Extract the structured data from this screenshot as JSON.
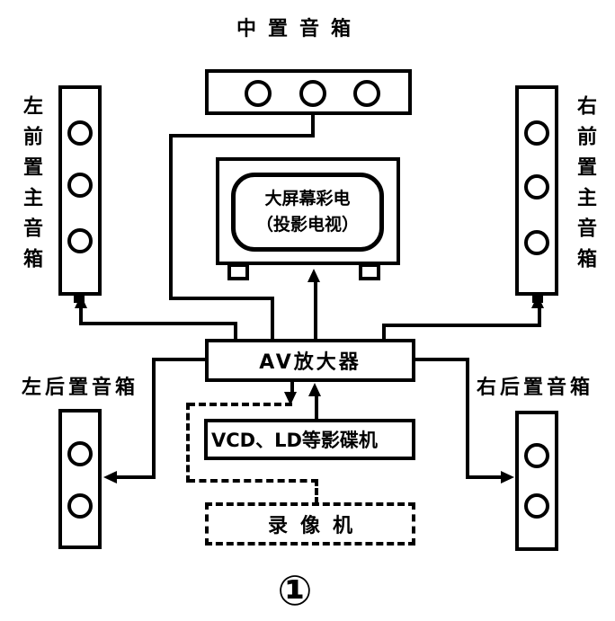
{
  "colors": {
    "ink": "#000000",
    "background": "#ffffff"
  },
  "labels": {
    "center_speaker": "中置音箱",
    "front_left_speaker": "左前置主音箱",
    "front_right_speaker": "右前置主音箱",
    "rear_left_speaker": "左后置音箱",
    "rear_right_speaker": "右后置音箱"
  },
  "devices": {
    "tv_line1": "大屏幕彩电",
    "tv_line2": "（投影电视）",
    "amplifier": "AV放大器",
    "disc_player": "VCD、LD等影碟机",
    "recorder": "录像机"
  },
  "figure_number": "①"
}
